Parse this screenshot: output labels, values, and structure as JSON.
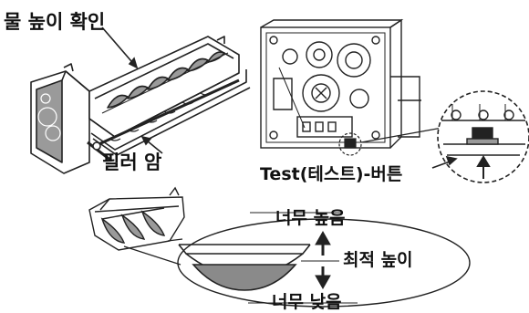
{
  "labels": {
    "check_water_level": "물 높이 확인",
    "filler_arm": "필러 암",
    "test_button": "Test(테스트)-버튼",
    "too_high": "너무 높음",
    "optimal_height": "최적 높이",
    "too_low": "너무 낮음"
  },
  "colors": {
    "line": "#222222",
    "water": "#8a8a8a",
    "panel": "#9a9a9a",
    "background": "#ffffff"
  }
}
